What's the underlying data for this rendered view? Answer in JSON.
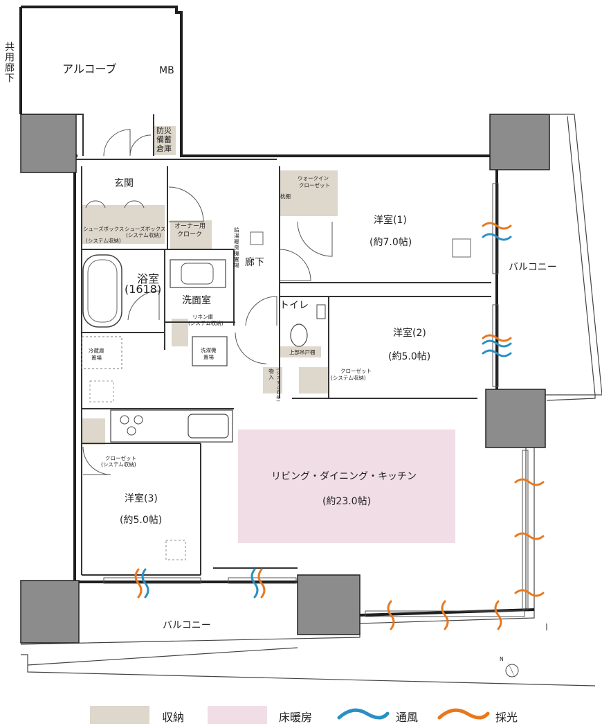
{
  "colors": {
    "wall": "#222222",
    "column": "#8c8c8c",
    "storage": "#ddd7cc",
    "floor_heating": "#f1dde6",
    "ventilation": "#2a8fc4",
    "daylight": "#e8781e"
  },
  "labels": {
    "corridor_shared": "共用廊下",
    "alcove": "アルコーブ",
    "mb": "MB",
    "disaster_storage": "防災備蓄倉庫",
    "entrance": "玄関",
    "shoes_box_1": "シューズボックス",
    "shoes_box_1_sub": "(システム収納)",
    "shoes_box_2": "シューズボックス",
    "shoes_box_2_sub": "(システム収納)",
    "owner_cloak": "オーナー用",
    "owner_cloak_2": "クローク",
    "water_heater": "給湯暖房機置場",
    "hallway": "廊下",
    "walk_in": "ウォークイン",
    "walk_in_2": "クローゼット",
    "shelf": "枕棚",
    "bedroom1": "洋室(1)",
    "bedroom1_size": "(約7.0帖)",
    "bath": "浴室",
    "bath_size": "(1618)",
    "washroom": "洗面室",
    "linen": "リネン庫",
    "linen_sub": "(システム収納)",
    "washer": "洗濯機",
    "washer_2": "置場",
    "toilet": "トイレ",
    "upper_cabinet": "上部吊戸棚",
    "bedroom2": "洋室(2)",
    "bedroom2_size": "(約5.0帖)",
    "storage_sys": "物入",
    "storage_sys_sub": "(システム収納)",
    "closet_sys": "クローゼット",
    "closet_sys_sub": "(システム収納)",
    "fridge": "冷蔵庫",
    "fridge_2": "置場",
    "closet3": "クローゼット",
    "closet3_sub": "(システム収納)",
    "bedroom3": "洋室(3)",
    "bedroom3_size": "(約5.0帖)",
    "ldk": "リビング・ダイニング・キッチン",
    "ldk_size": "(約23.0帖)",
    "balcony_right": "バルコニー",
    "balcony_bottom": "バルコニー",
    "north": "N"
  },
  "legend": {
    "storage": "収納",
    "floor_heating": "床暖房",
    "ventilation": "通風",
    "daylight": "採光"
  }
}
